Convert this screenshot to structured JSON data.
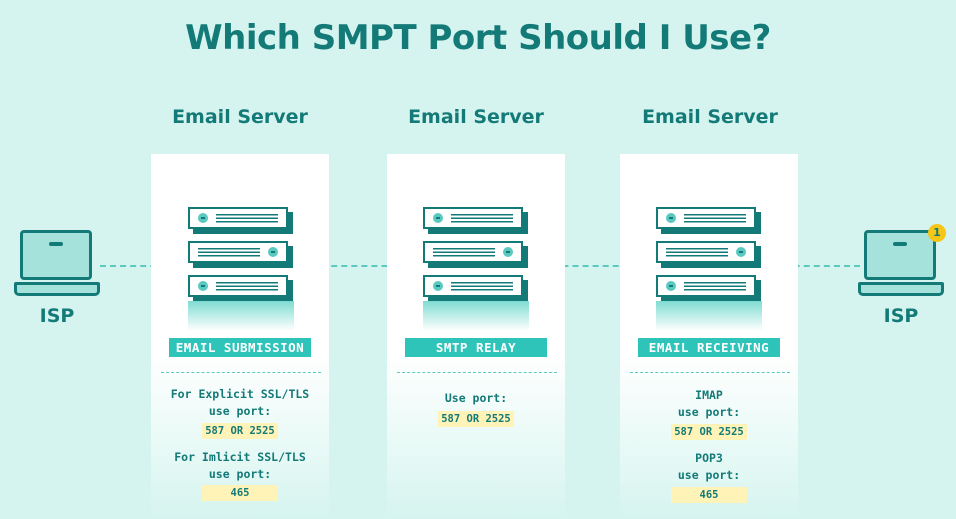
{
  "title": "Which SMPT Port Should I Use?",
  "left_laptop": {
    "label": "ISP"
  },
  "right_laptop": {
    "label": "ISP",
    "badge": "1"
  },
  "columns": [
    {
      "heading": "Email Server",
      "label": "EMAIL SUBMISSION",
      "groups": [
        {
          "text_lines": [
            "For Explicit SSL/TLS",
            "use port:"
          ],
          "port": "587 OR 2525"
        },
        {
          "text_lines": [
            "For Imlicit SSL/TLS",
            "use port:"
          ],
          "port": "465"
        }
      ]
    },
    {
      "heading": "Email Server",
      "label": "SMTP RELAY",
      "groups": [
        {
          "text_lines": [
            "Use port:"
          ],
          "port": "587 OR 2525"
        }
      ]
    },
    {
      "heading": "Email Server",
      "label": "EMAIL RECEIVING",
      "groups": [
        {
          "text_lines": [
            "IMAP",
            "use port:"
          ],
          "port": "587 OR 2525"
        },
        {
          "text_lines": [
            "POP3",
            "use port:"
          ],
          "port": "465"
        }
      ]
    }
  ],
  "colors": {
    "teal_dark": "#137a78",
    "teal_accent": "#2ec4b9",
    "background": "#d6f4ef",
    "port_highlight": "#fff3b8",
    "badge": "#f5c518"
  },
  "icons": [
    "laptop-icon",
    "server-stack-icon",
    "notification-badge-icon"
  ]
}
